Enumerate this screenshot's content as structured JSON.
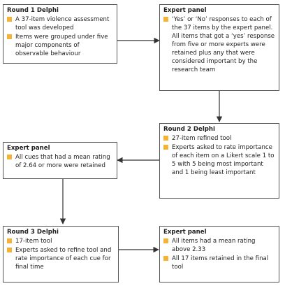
{
  "colors": {
    "bullet": "#f5b335",
    "border": "#555555",
    "arrow": "#333333"
  },
  "boxes": {
    "round1": {
      "title": "Round 1 Delphi",
      "items": [
        "A 37-item violence assessment tool was developed",
        "Items were grouped under five major components of observable behaviour"
      ]
    },
    "panel1": {
      "title": "Expert panel",
      "items": [
        "‘Yes’ or ‘No’ responses to each of the 37 items by the expert panel. All items that got a ‘yes’ response from five or more experts were retained plus any that were considered important by the research team"
      ]
    },
    "round2": {
      "title": "Round 2 Delphi",
      "items": [
        "27-item refined tool",
        "Experts asked to rate importance of each item on a Likert scale 1 to 5 with 5 being most important and 1 being least important"
      ]
    },
    "panel2": {
      "title": "Expert panel",
      "items": [
        "All cues that had a mean rating of 2.64 or more were retained"
      ]
    },
    "round3": {
      "title": "Round 3 Delphi",
      "items": [
        "17-item tool",
        "Experts asked to refine tool and rate importance of each cue for final time"
      ]
    },
    "panel3": {
      "title": "Expert panel",
      "items": [
        "All items had a mean rating above 2.33",
        "All 17 items retained in the final tool"
      ]
    }
  }
}
